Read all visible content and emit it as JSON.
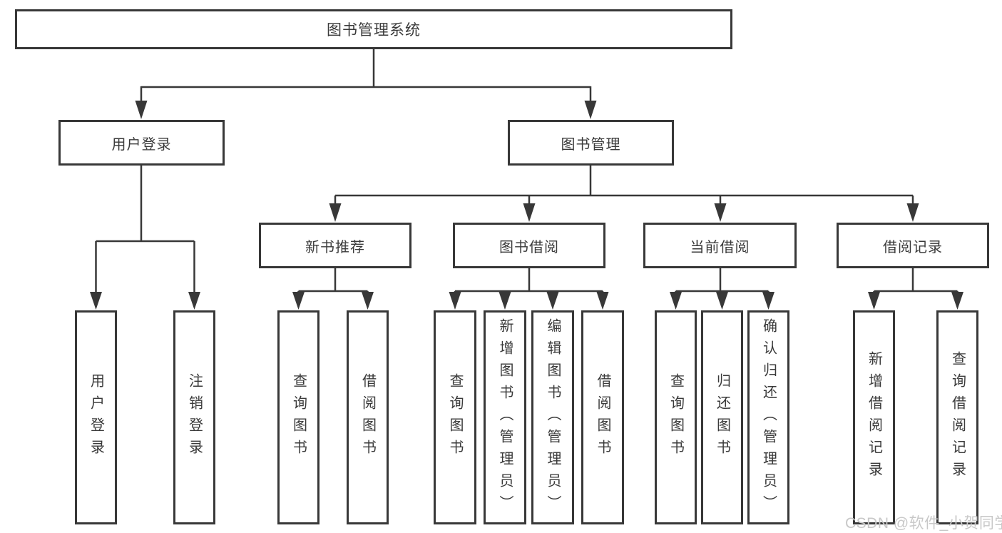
{
  "nodes": {
    "root": "图书管理系统",
    "user_login": "用户登录",
    "book_management": "图书管理",
    "user_login_children": [
      "用户登录",
      "注销登录"
    ],
    "new_book_recommend": "新书推荐",
    "new_book_recommend_children": [
      "查询图书",
      "借阅图书"
    ],
    "book_borrow": "图书借阅",
    "book_borrow_children": [
      "查询图书",
      "新增图书（管理员）",
      "编辑图书（管理员）",
      "借阅图书"
    ],
    "current_borrow": "当前借阅",
    "current_borrow_children": [
      "查询图书",
      "归还图书",
      "确认归还（管理员）"
    ],
    "borrow_records": "借阅记录",
    "borrow_records_children": [
      "新增借阅记录",
      "查询借阅记录"
    ]
  },
  "watermark": "CSDN @软件_小贺同学",
  "colors": {
    "line": "#383838",
    "box_border": "#383838",
    "text": "#3a3a3a",
    "background": "#ffffff",
    "watermark": "#c8c8c8"
  }
}
